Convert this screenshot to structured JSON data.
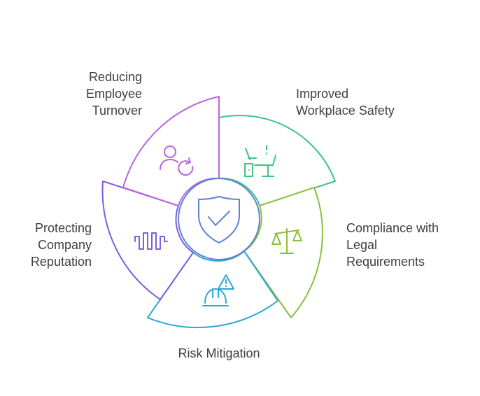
{
  "segments": [
    {
      "key": "safety",
      "lines": [
        "Improved",
        "Workplace Safety"
      ],
      "color": "#3ec486",
      "icon": "workstation-icon"
    },
    {
      "key": "compliance",
      "lines": [
        "Compliance with",
        "Legal",
        "Requirements"
      ],
      "color": "#8cbf3f",
      "icon": "scales-icon"
    },
    {
      "key": "risk",
      "lines": [
        "Risk Mitigation"
      ],
      "color": "#2fa6d6",
      "icon": "hardhat-warning-icon"
    },
    {
      "key": "reputation",
      "lines": [
        "Protecting",
        "Company",
        "Reputation"
      ],
      "color": "#7b5fe0",
      "icon": "wave-signal-icon"
    },
    {
      "key": "turnover",
      "lines": [
        "Reducing",
        "Employee",
        "Turnover"
      ],
      "color": "#b764e3",
      "icon": "user-refresh-icon"
    }
  ],
  "center": {
    "icon": "shield-check-icon",
    "color": "#5b83d6"
  }
}
